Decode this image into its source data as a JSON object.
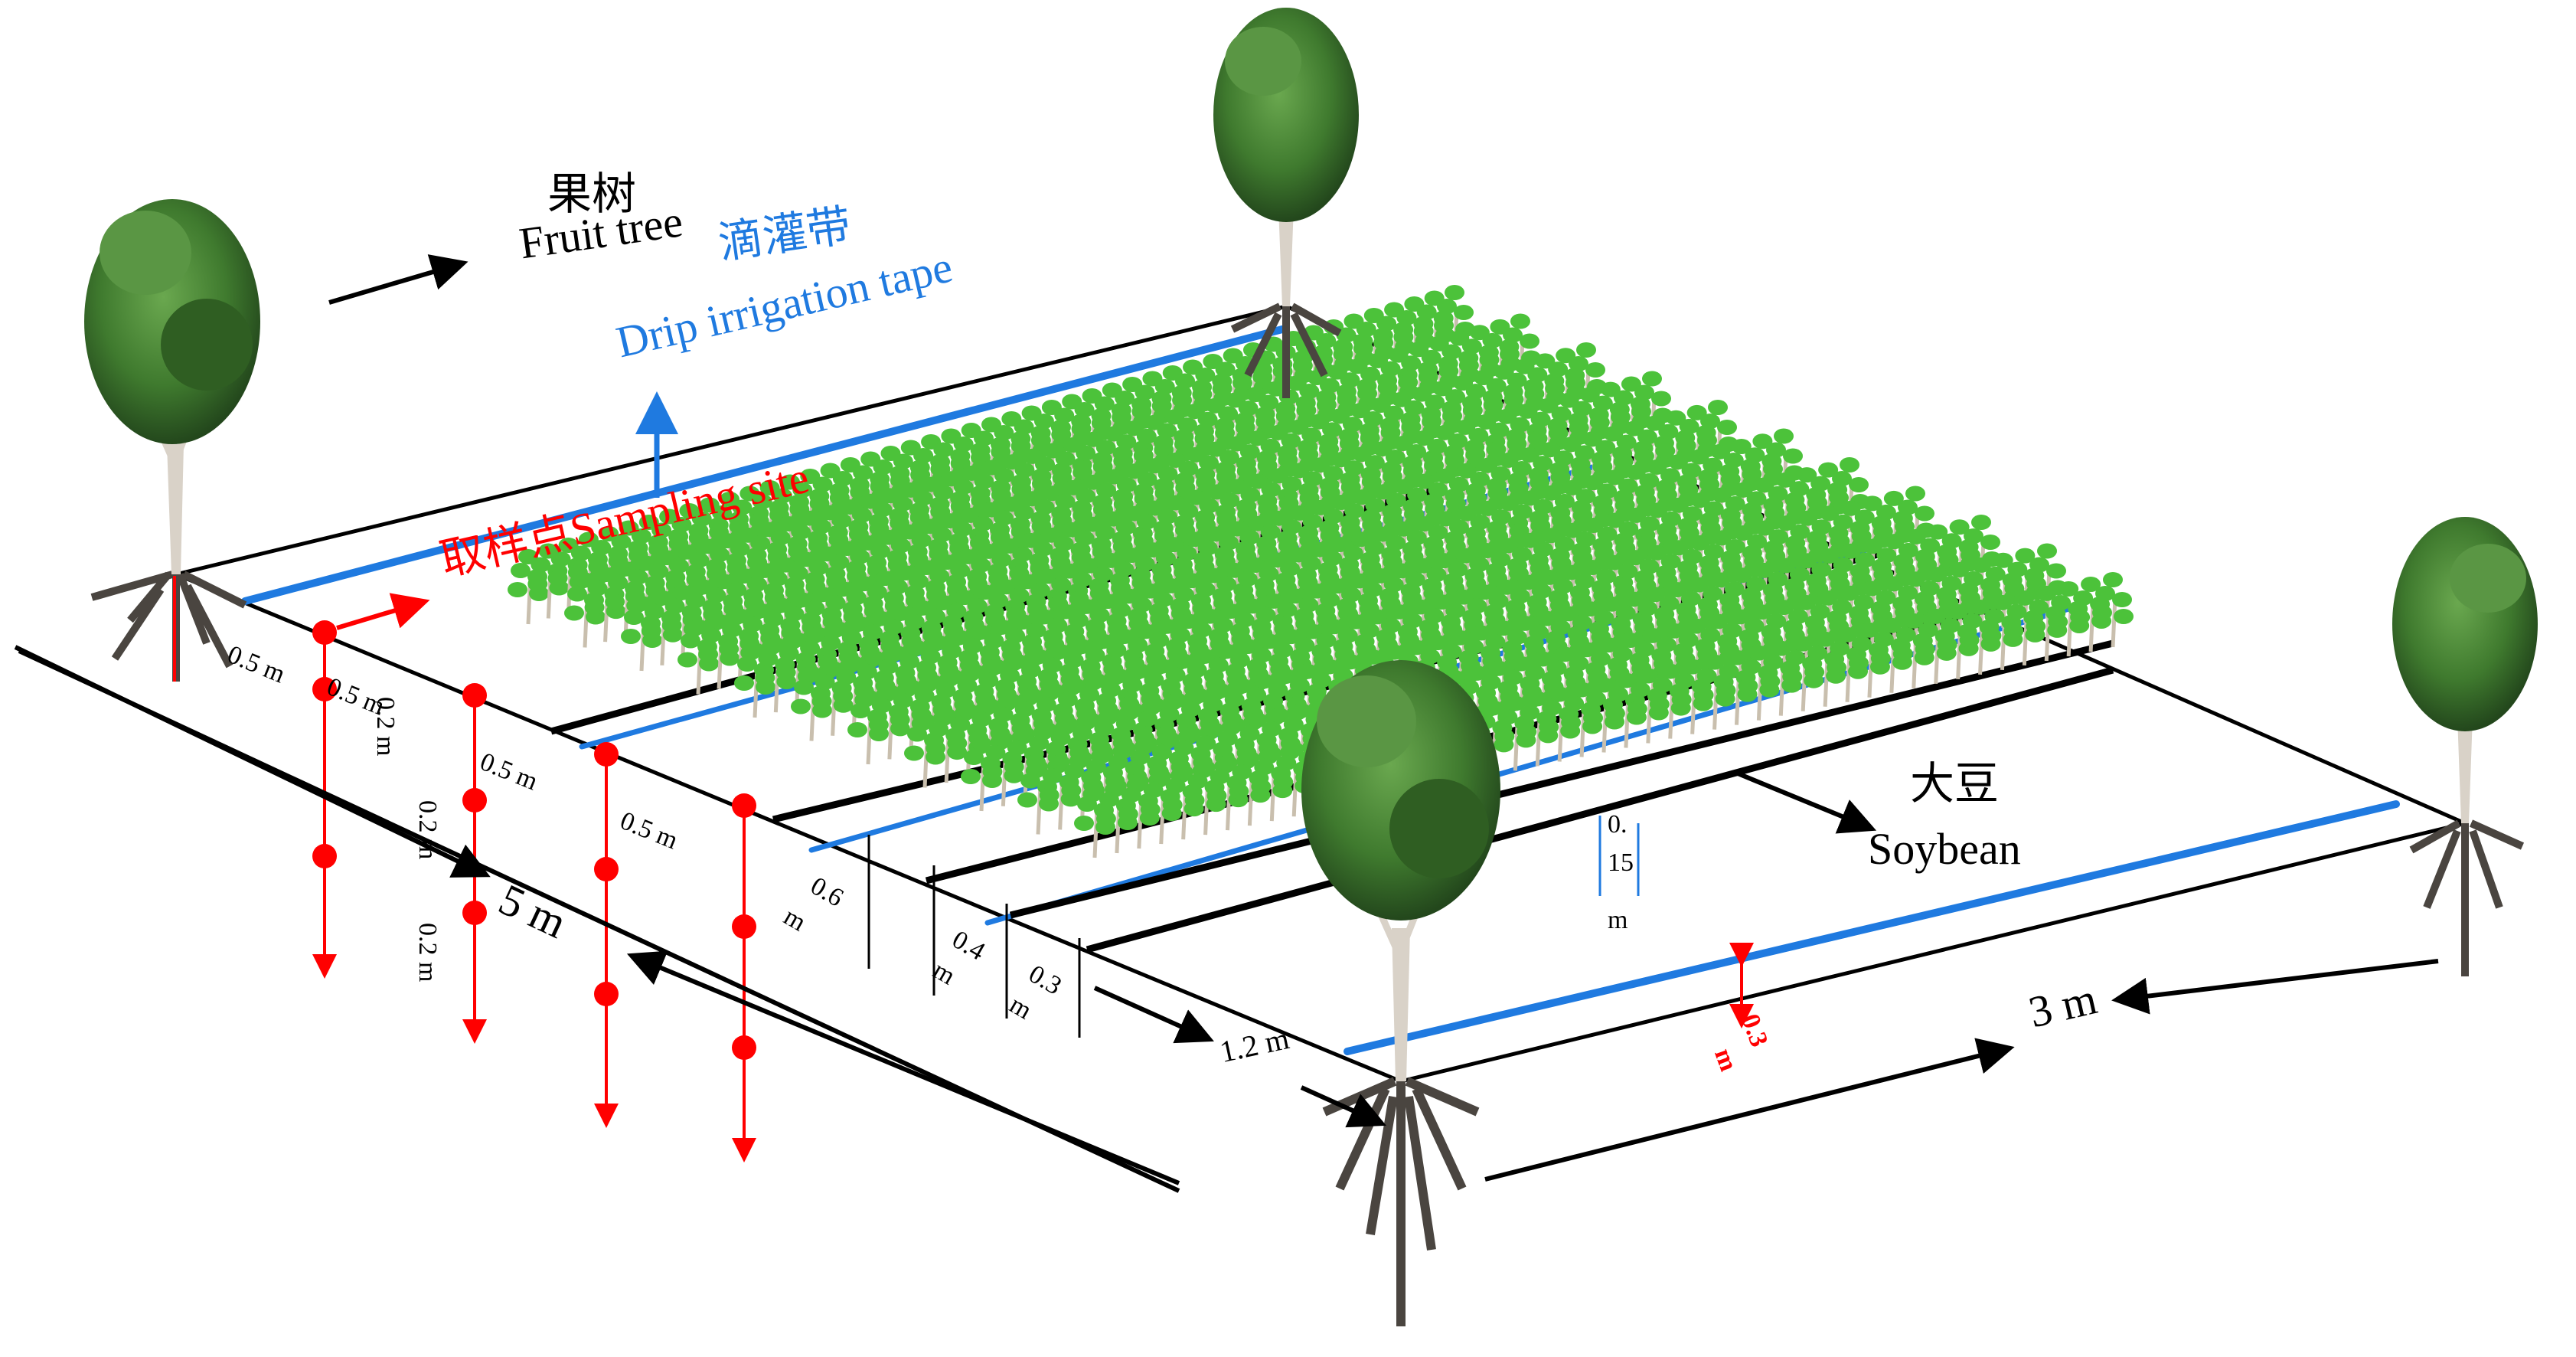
{
  "labels": {
    "fruit_tree_cn": "果树",
    "fruit_tree_en": "Fruit tree",
    "drip_cn": "滴灌带",
    "drip_en": "Drip irrigation tape",
    "sampling": "取样点Sampling site",
    "soybean_cn": "大豆",
    "soybean_en": "Soybean"
  },
  "dimensions": {
    "len_5m": "5 m",
    "len_3m": "3 m",
    "len_1_2m": "1.2 m",
    "d_0_5_a": "0.5 m",
    "d_0_5_b": "0.5 m",
    "d_0_5_c": "0.5 m",
    "d_0_5_d": "0.5 m",
    "depth_0_2_a": "0.2 m",
    "depth_0_2_b": "0.2 m",
    "depth_0_2_c": "0.2 m",
    "row_0_6_v": "0.6",
    "row_0_6_u": "m",
    "row_0_4_v": "0.4",
    "row_0_4_u": "m",
    "row_0_3_v": "0.3",
    "row_0_3_u": "m",
    "plant_0_15_a": "0.",
    "plant_0_15_b": "15",
    "plant_0_15_c": "m",
    "tape_0_3_v": "0.3",
    "tape_0_3_u": "m"
  },
  "colors": {
    "tape": "#1f7ae0",
    "sampling": "#ff0000",
    "soybean_leaf": "#4cc23a",
    "soybean_stem": "#c9bfae",
    "row_line": "#000000",
    "tree_canopy": "#3f7a2e",
    "root": "#4a4540"
  }
}
